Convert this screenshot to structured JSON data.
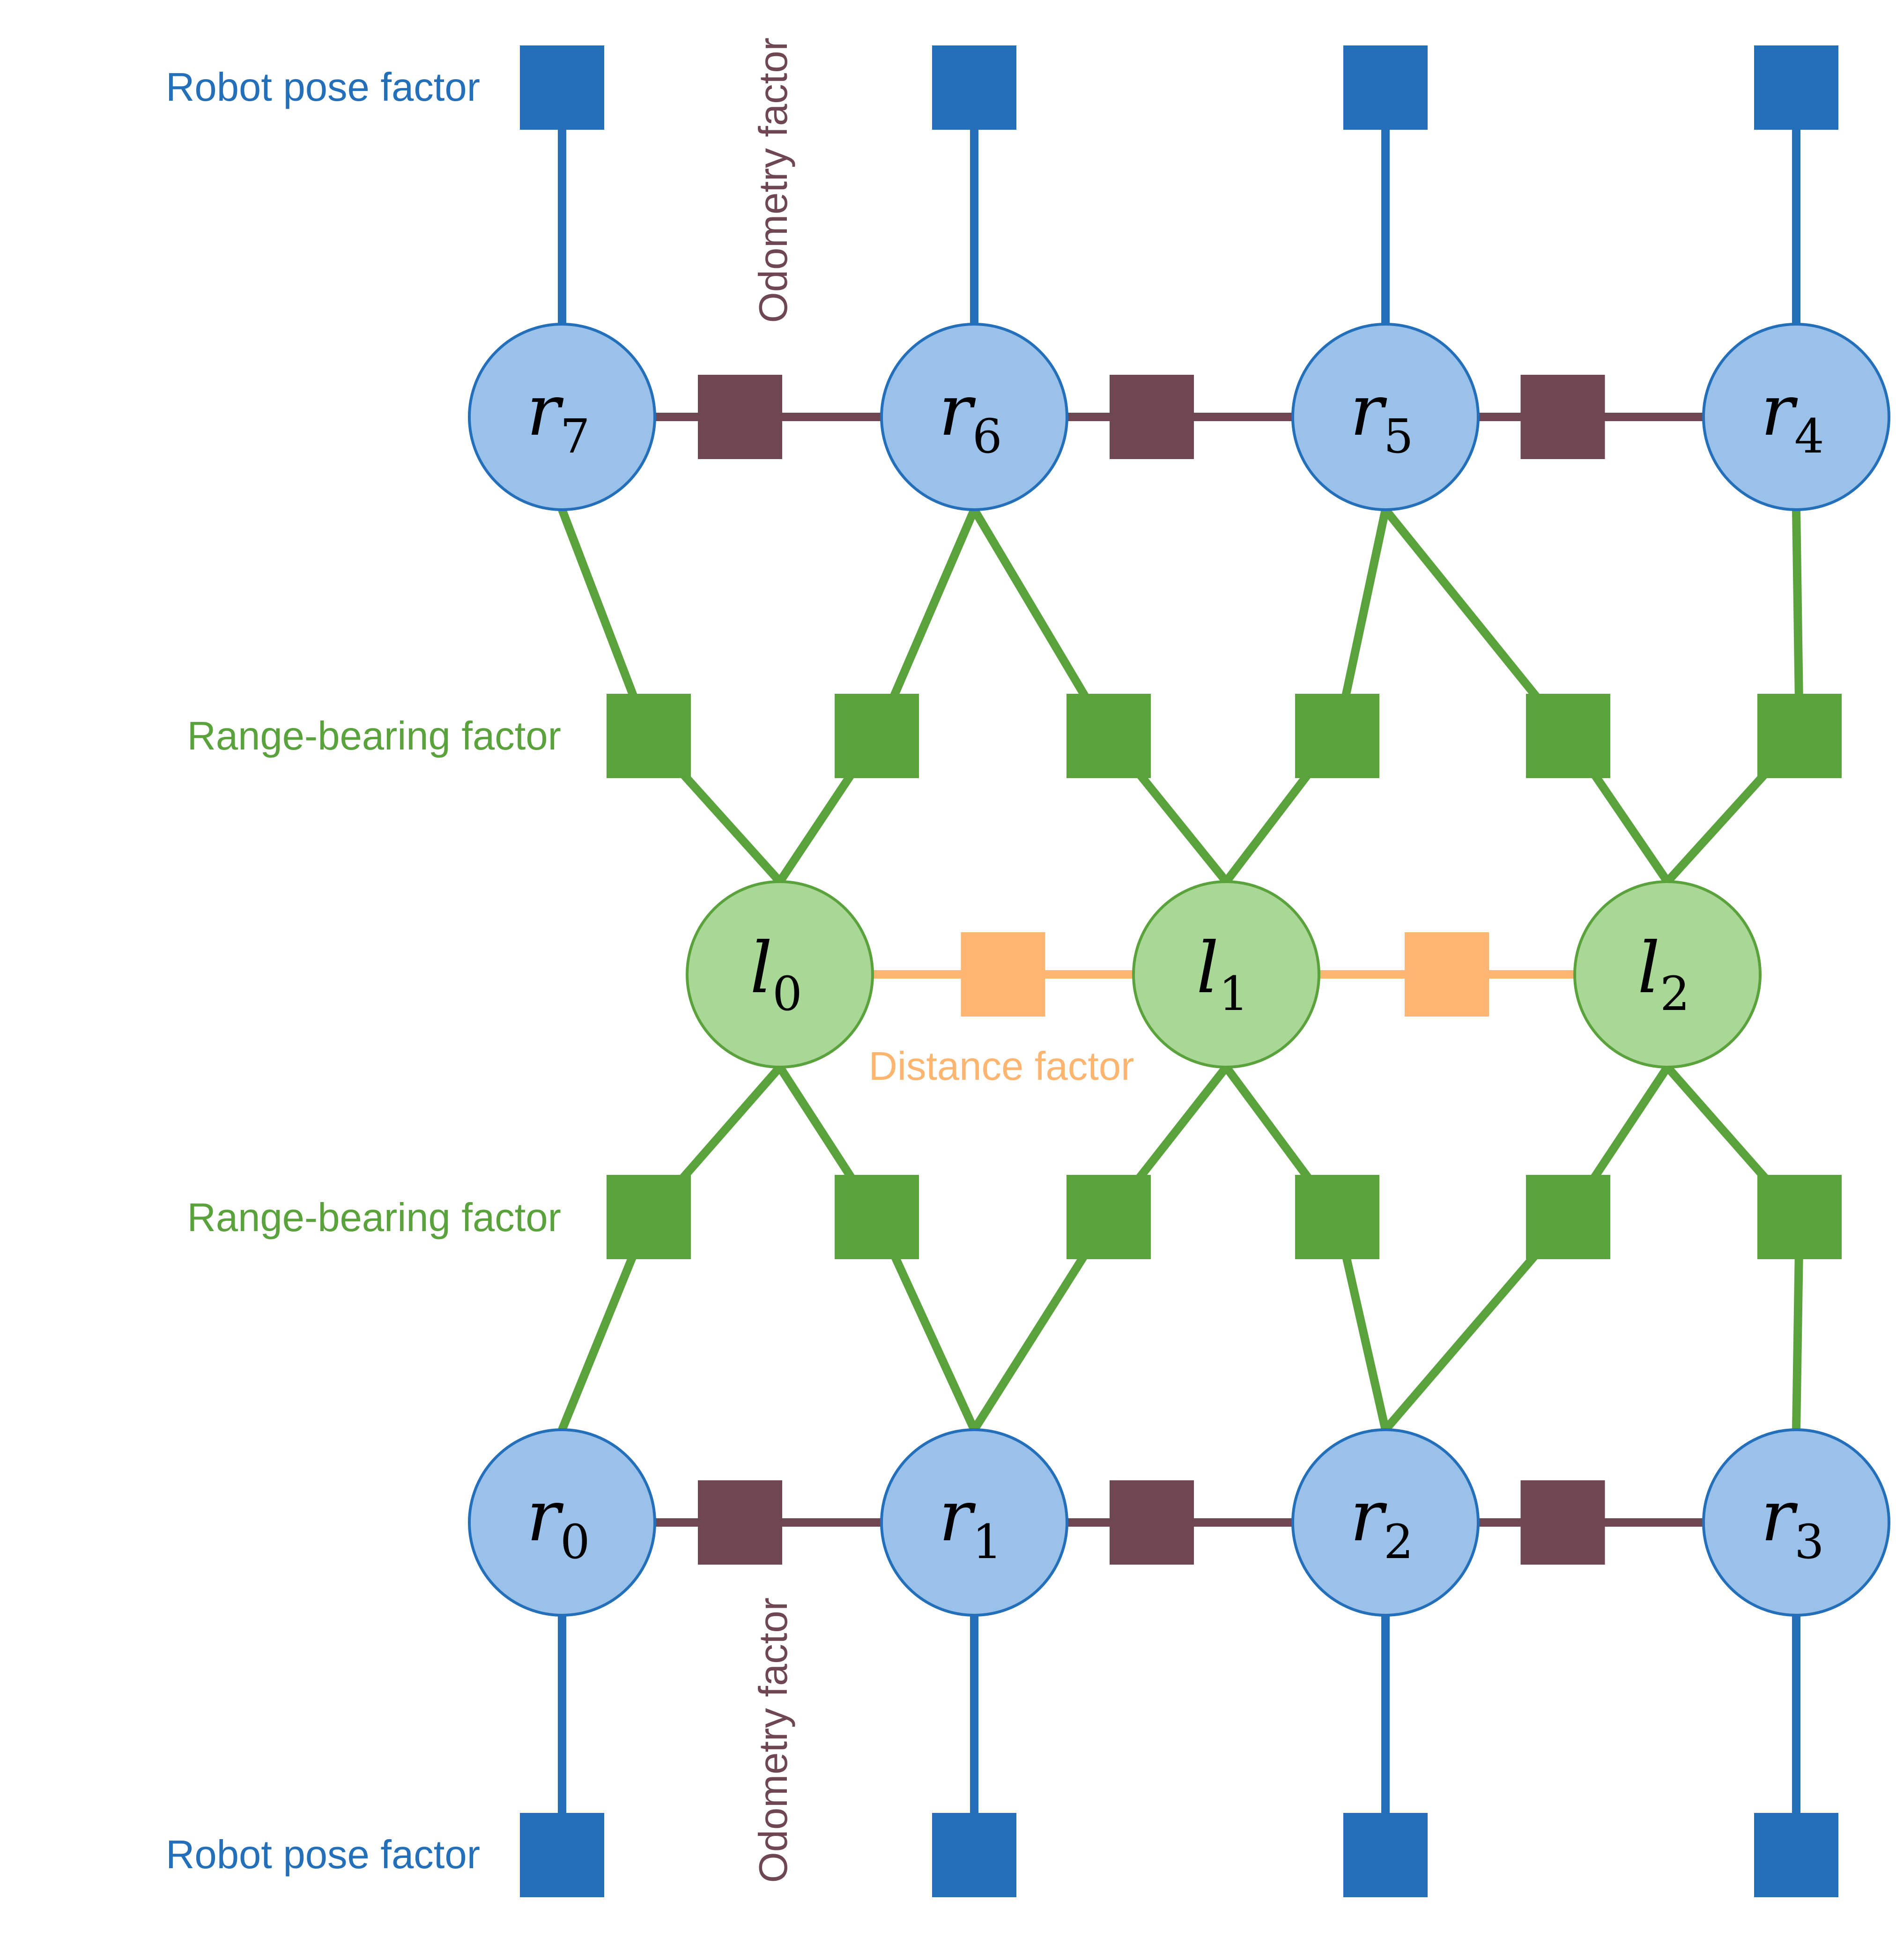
{
  "colors": {
    "robot_blue": "#246FBA",
    "robot_node_fill": "#99C1E9",
    "odometry": "#6E4753",
    "range_bearing": "#5AA23C",
    "landmark_fill": "#A9D796",
    "distance": "#FDB56F"
  },
  "labels": {
    "robot_pose_top": "Robot pose factor",
    "robot_pose_bottom": "Robot pose factor",
    "odometry_top": "Odometry factor",
    "odometry_bottom": "Odometry factor",
    "range_bearing_top": "Range-bearing factor",
    "range_bearing_bottom": "Range-bearing factor",
    "distance": "Distance factor"
  },
  "robot_nodes": [
    {
      "id": "r7",
      "var": "r",
      "sub": "7"
    },
    {
      "id": "r6",
      "var": "r",
      "sub": "6"
    },
    {
      "id": "r5",
      "var": "r",
      "sub": "5"
    },
    {
      "id": "r4",
      "var": "r",
      "sub": "4"
    },
    {
      "id": "r0",
      "var": "r",
      "sub": "0"
    },
    {
      "id": "r1",
      "var": "r",
      "sub": "1"
    },
    {
      "id": "r2",
      "var": "r",
      "sub": "2"
    },
    {
      "id": "r3",
      "var": "r",
      "sub": "3"
    }
  ],
  "landmark_nodes": [
    {
      "id": "l0",
      "var": "l",
      "sub": "0"
    },
    {
      "id": "l1",
      "var": "l",
      "sub": "1"
    },
    {
      "id": "l2",
      "var": "l",
      "sub": "2"
    }
  ],
  "factors": {
    "robot_pose": [
      "r7",
      "r6",
      "r5",
      "r4",
      "r0",
      "r1",
      "r2",
      "r3"
    ],
    "odometry": [
      [
        "r7",
        "r6"
      ],
      [
        "r6",
        "r5"
      ],
      [
        "r5",
        "r4"
      ],
      [
        "r0",
        "r1"
      ],
      [
        "r1",
        "r2"
      ],
      [
        "r2",
        "r3"
      ]
    ],
    "range_bearing_top": [
      [
        "r7",
        "l0"
      ],
      [
        "r6",
        "l0"
      ],
      [
        "r6",
        "l1"
      ],
      [
        "r5",
        "l1"
      ],
      [
        "r5",
        "l2"
      ],
      [
        "r4",
        "l2"
      ]
    ],
    "range_bearing_bottom": [
      [
        "l0",
        "r0"
      ],
      [
        "l0",
        "r1"
      ],
      [
        "l1",
        "r1"
      ],
      [
        "l1",
        "r2"
      ],
      [
        "l2",
        "r2"
      ],
      [
        "l2",
        "r3"
      ]
    ],
    "distance": [
      [
        "l0",
        "l1"
      ],
      [
        "l1",
        "l2"
      ]
    ]
  }
}
